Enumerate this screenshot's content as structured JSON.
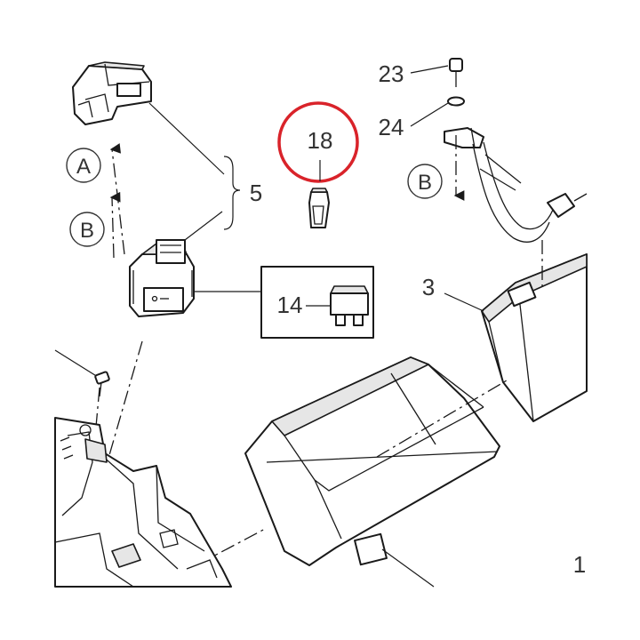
{
  "diagram": {
    "callouts": {
      "c1": "1",
      "c3": "3",
      "c5": "5",
      "c14": "14",
      "c18": "18",
      "c23": "23",
      "c24": "24"
    },
    "connectors": {
      "a": "A",
      "b_left": "B",
      "b_right": "B"
    },
    "highlight_color": "#d9232a",
    "line_color": "#1a1a1a"
  }
}
